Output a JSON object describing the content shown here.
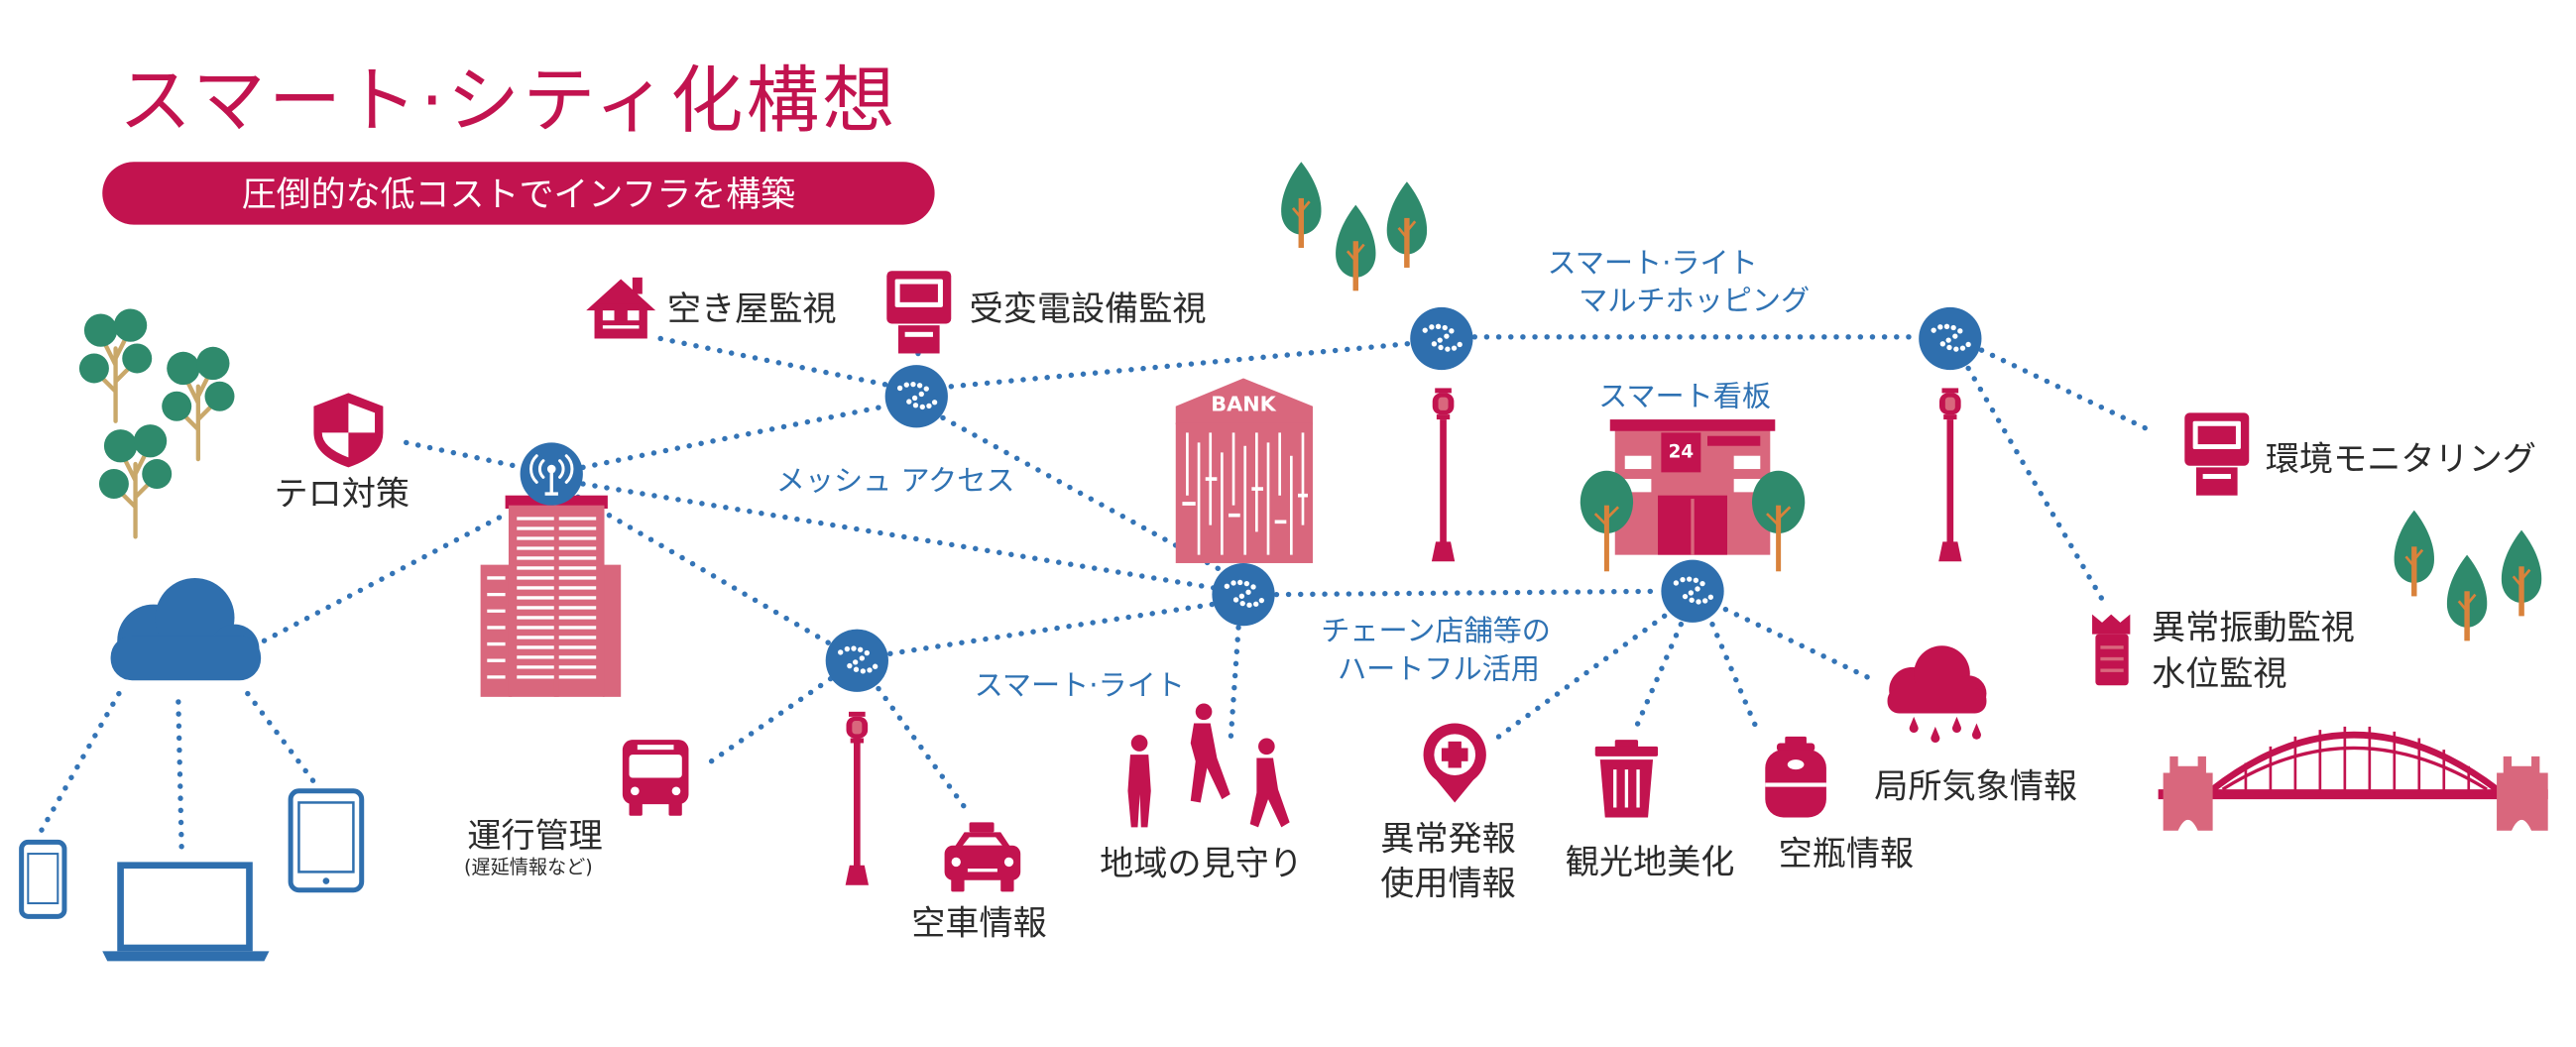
{
  "title": "スマート·シティ化構想",
  "subtitle": "圧倒的な低コストでインフラを構築",
  "colors": {
    "accent": "#c2134f",
    "building": "#d9677d",
    "network": "#2f6fae",
    "link": "#3474b6",
    "tree": "#2f8a6c",
    "trunk": "#d9823b",
    "branch": "#c9a86a",
    "text": "#2b2b2b",
    "bluetext": "#2f72b3"
  },
  "labels": {
    "terror": "テロ対策",
    "vacant_house": "空き屋監視",
    "substation": "受変電設備監視",
    "multihop_line1": "スマート·ライト",
    "multihop_line2": "マルチホッピング",
    "mesh_access": "メッシュ アクセス",
    "smart_sign": "スマート看板",
    "env_monitoring": "環境モニタリング",
    "vibration_line1": "異常振動監視",
    "vibration_line2": "水位監視",
    "chain_line1": "チェーン店舗等の",
    "chain_line2": "ハートフル活用",
    "smart_light": "スマート·ライト",
    "operation": "運行管理",
    "operation_note": "(遅延情報など)",
    "vacancy": "空車情報",
    "watch": "地域の見守り",
    "alert_line1": "異常発報",
    "alert_line2": "使用情報",
    "beautify": "観光地美化",
    "bottle": "空瓶情報",
    "weather": "局所気象情報"
  },
  "signs": {
    "bank": "BANK",
    "store_number": "24"
  },
  "icons": {
    "network_node": "mesh-node-icon",
    "gateway": "antenna-node-icon",
    "cloud": "cloud-icon",
    "devices": [
      "smartphone-icon",
      "laptop-icon",
      "tablet-icon"
    ],
    "building": "office-building-icon",
    "terror": "shield-icon",
    "vacant_house": "house-icon",
    "substation": "substation-kiosk-icon",
    "bank": "bank-icon",
    "street_light": "street-light-icon",
    "store": "convenience-store-icon",
    "env_monitoring": "monitoring-kiosk-icon",
    "vibration": "vibration-sensor-icon",
    "bridge": "bridge-icon",
    "bus": "bus-icon",
    "taxi": "taxi-icon",
    "people": "pedestrian-icon",
    "alert": "medical-pin-icon",
    "trash": "trash-can-icon",
    "bottle": "gas-cylinder-icon",
    "weather": "rain-cloud-icon",
    "tree": "tree-icon"
  }
}
